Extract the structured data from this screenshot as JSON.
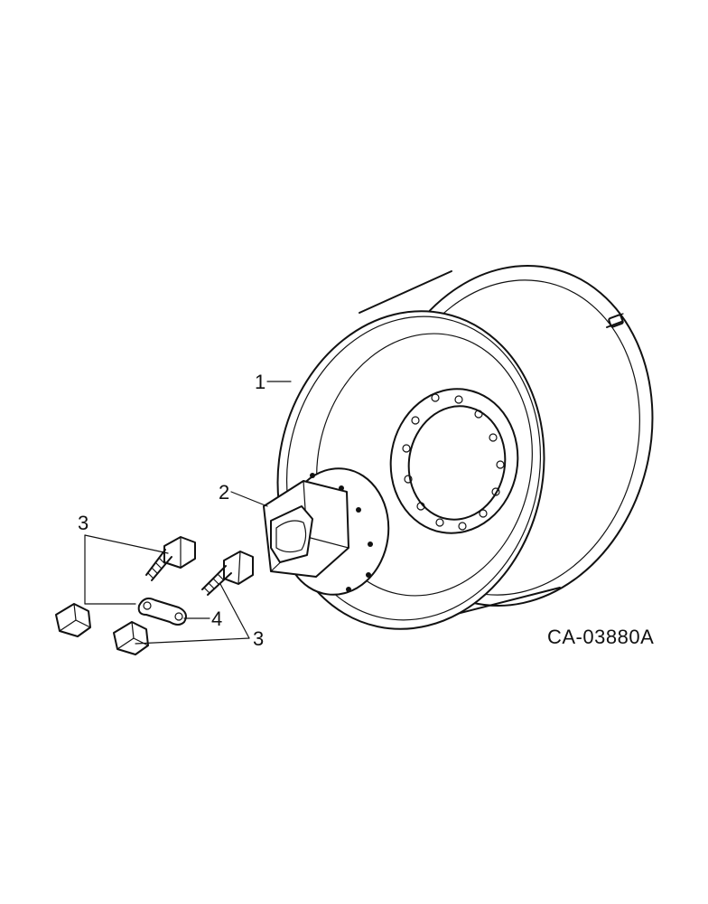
{
  "callouts": {
    "c1": "1",
    "c2": "2",
    "c3a": "3",
    "c3b": "3",
    "c4": "4"
  },
  "reference_code": "CA-03880A"
}
